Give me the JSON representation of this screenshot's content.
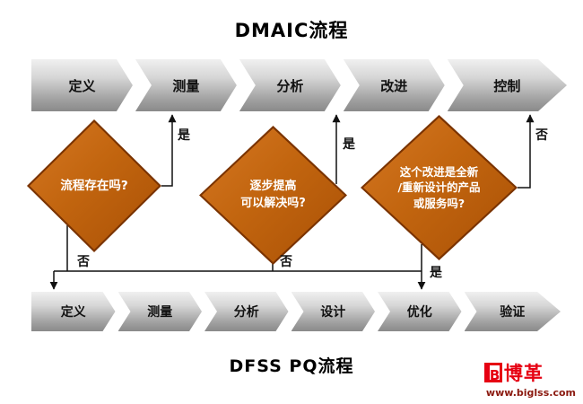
{
  "title_top": "DMAIC流程",
  "title_bottom": "DFSS PQ流程",
  "top_process": {
    "name": "DMAIC",
    "steps": [
      "定义",
      "测量",
      "分析",
      "改进",
      "控制"
    ]
  },
  "bottom_process": {
    "name": "DFSS PQ",
    "steps": [
      "定义",
      "测量",
      "分析",
      "设计",
      "优化",
      "验证"
    ]
  },
  "decisions": [
    {
      "lines": [
        "流程存在吗?"
      ],
      "yes_label": "是",
      "no_label": "否"
    },
    {
      "lines": [
        "逐步提高",
        "可以解决吗?"
      ],
      "yes_label": "是",
      "no_label": "否"
    },
    {
      "lines": [
        "这个改进是全新",
        "/重新设计的产品",
        "或服务吗?"
      ],
      "yes_label": "是",
      "no_label": "否"
    }
  ],
  "logo": {
    "mark": "B",
    "name": "博革",
    "url": "www.biglss.com"
  },
  "colors": {
    "diamond_fill": "#c2650f",
    "diamond_border": "#7a3300",
    "band_gray_light": "#f0f0f0",
    "band_gray_dark": "#8a8a8a",
    "logo_red": "#e60012",
    "text": "#111111"
  }
}
